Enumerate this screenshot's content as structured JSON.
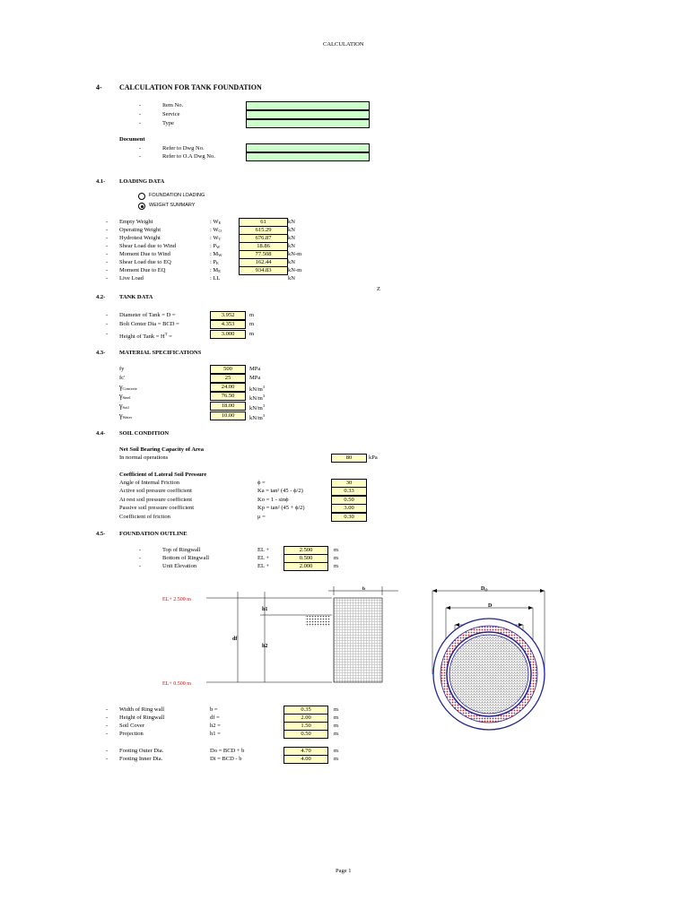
{
  "header": {
    "title": "CALCULATION"
  },
  "section_main": {
    "num": "4-",
    "title": "CALCULATION FOR TANK FOUNDATION"
  },
  "item_info": [
    {
      "dash": "-",
      "label": "Item No."
    },
    {
      "dash": "-",
      "label": "Service"
    },
    {
      "dash": "-",
      "label": "Type"
    }
  ],
  "document": {
    "title": "Document",
    "rows": [
      {
        "dash": "-",
        "label": "Refer to Dwg No."
      },
      {
        "dash": "-",
        "label": "Refer to O.A Dwg No."
      }
    ]
  },
  "loading": {
    "num": "4.1-",
    "title": "LOADING DATA",
    "radio_options": [
      {
        "label": "FOUNDATION LOADING",
        "selected": false
      },
      {
        "label": "WEIGHT SUMMARY",
        "selected": true
      }
    ],
    "rows": [
      {
        "dash": "-",
        "label": "Empty Weight",
        "sym": ": W",
        "sub": "E",
        "value": "61",
        "unit": "kN"
      },
      {
        "dash": "-",
        "label": "Operating Weight",
        "sym": ": W",
        "sub": "O",
        "value": "615.29",
        "unit": "kN"
      },
      {
        "dash": "-",
        "label": "Hydrotest Weight",
        "sym": ": W",
        "sub": "T",
        "value": "676.87",
        "unit": "kN"
      },
      {
        "dash": "-",
        "label": "Shear Load due to Wind",
        "sym": ": P",
        "sub": "W",
        "value": "18.86",
        "unit": "kN"
      },
      {
        "dash": "-",
        "label": "Moment Due to Wind",
        "sym": ": M",
        "sub": "W",
        "value": "77.508",
        "unit": "kN-m"
      },
      {
        "dash": "-",
        "label": "Shear Load due to EQ",
        "sym": ": P",
        "sub": "E",
        "value": "162.44",
        "unit": "kN"
      },
      {
        "dash": "-",
        "label": "Moment Due to EQ",
        "sym": ": M",
        "sub": "E",
        "value": "934.83",
        "unit": "kN-m"
      },
      {
        "dash": "-",
        "label": "Live Load",
        "sym": ": LL",
        "sub": "",
        "value": "",
        "unit": "kN"
      }
    ],
    "stray_mark": "Z"
  },
  "tank": {
    "num": "4.2-",
    "title": "TANK DATA",
    "rows": [
      {
        "dash": "-",
        "label": "Diameter of Tank = D =",
        "sup": "",
        "value": "3.952",
        "unit": "m"
      },
      {
        "dash": "-",
        "label": "Bolt Center Dia = BCD =",
        "sup": "",
        "value": "4.353",
        "unit": "m"
      },
      {
        "dash": "-",
        "label": "Height of Tank = H",
        "sup": "T",
        "value": "3.000",
        "unit": "m"
      }
    ]
  },
  "material": {
    "num": "4.3-",
    "title": "MATERIAL SPECIFICATIONS",
    "rows": [
      {
        "sym": "fy",
        "sub": "",
        "value": "500",
        "unit": "MPa",
        "usup": ""
      },
      {
        "sym": "fc'",
        "sub": "",
        "value": "25",
        "unit": "MPa",
        "usup": ""
      },
      {
        "sym": "γ",
        "sub": "Concrete",
        "value": "24.00",
        "unit": "kN/m",
        "usup": "3"
      },
      {
        "sym": "γ",
        "sub": "Steel",
        "value": "76.50",
        "unit": "kN/m",
        "usup": "3"
      },
      {
        "sym": "γ",
        "sub": "Soil",
        "value": "18.00",
        "unit": "kN/m",
        "usup": "3"
      },
      {
        "sym": "γ",
        "sub": "Water",
        "value": "10.00",
        "unit": "kN/m",
        "usup": "3"
      }
    ]
  },
  "soil": {
    "num": "4.4-",
    "title": "SOIL CONDITION",
    "bearing_title": "Net Soil Bearing Capacity of Area",
    "normal_label": "In normal operations",
    "normal_value": "80",
    "normal_unit": "kPa",
    "lateral_title": "Coefficient of Lateral Soil Pressure",
    "rows": [
      {
        "label": "Angle of Internal Friction",
        "formula": "ϕ =",
        "value": "30"
      },
      {
        "label": "Active soil pressure coefficient",
        "formula": "Ka = tan² (45 - ϕ/2)",
        "value": "0.33"
      },
      {
        "label": "At rest soil pressure coefficient",
        "formula": "Ko = 1 - sinϕ",
        "value": "0.50"
      },
      {
        "label": "Passive soil pressure coefficient",
        "formula": "Kp = tan² (45 + ϕ/2)",
        "value": "3.00"
      },
      {
        "label": "Coefficient of friction",
        "formula": "μ =",
        "value": "0.30"
      }
    ]
  },
  "outline": {
    "num": "4.5-",
    "title": "FOUNDATION OUTLINE",
    "rows": [
      {
        "dash": "-",
        "label": "Top of Ringwall",
        "el": "EL +",
        "value": "2.500",
        "unit": "m"
      },
      {
        "dash": "-",
        "label": "Bottom of Ringwall",
        "el": "EL +",
        "value": "0.500",
        "unit": "m"
      },
      {
        "dash": "-",
        "label": "Unit Elevation",
        "el": "EL +",
        "value": "2.000",
        "unit": "m"
      }
    ]
  },
  "drawing": {
    "el_top": "EL+ 2.500 m",
    "el_bottom": "EL+ 0.500 m",
    "h1": "h1",
    "h2": "h2",
    "df": "df",
    "b": "b",
    "do": "D",
    "do_sub": "O",
    "d": "D",
    "di": "D",
    "di_sub": "i",
    "accent_red": "#ff0000",
    "ring_blue": "#1f1f9f",
    "hatch_red": "#b22222"
  },
  "dimensions": {
    "rows": [
      {
        "dash": "-",
        "label": "Width of Ring wall",
        "formula": "b =",
        "value": "0.35",
        "unit": "m"
      },
      {
        "dash": "-",
        "label": "Height of Ringwall",
        "formula": "df =",
        "value": "2.00",
        "unit": "m"
      },
      {
        "dash": "-",
        "label": "Soil Cover",
        "formula": "h2 =",
        "value": "1.50",
        "unit": "m"
      },
      {
        "dash": "-",
        "label": "Projection",
        "formula": "h1 =",
        "value": "0.50",
        "unit": "m"
      }
    ],
    "footing_rows": [
      {
        "dash": "-",
        "label": "Footing Outer Dia.",
        "formula": "Do = BCD + b",
        "value": "4.70",
        "unit": "m"
      },
      {
        "dash": "-",
        "label": "Footing Inner Dia.",
        "formula": "Di = BCD - b",
        "value": "4.00",
        "unit": "m"
      }
    ]
  },
  "footer": {
    "page": "Page 1"
  }
}
